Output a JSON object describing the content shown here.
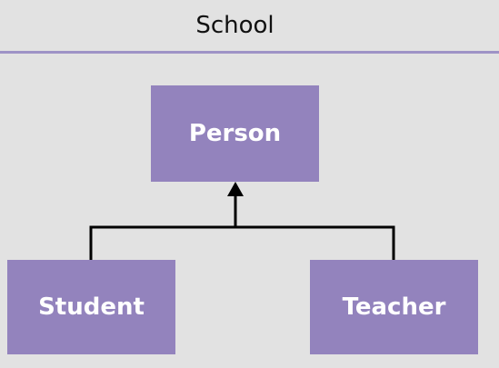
{
  "diagram": {
    "title": "School",
    "nodes": {
      "person": "Person",
      "student": "Student",
      "teacher": "Teacher"
    },
    "edges": [
      {
        "from": "Student",
        "to": "Person",
        "arrow": "inheritance"
      },
      {
        "from": "Teacher",
        "to": "Person",
        "arrow": "inheritance"
      }
    ]
  },
  "colors": {
    "background": "#e2e2e2",
    "divider": "#9e93c6",
    "node_fill": "#9383bd",
    "node_text": "#ffffff",
    "connector": "#000000"
  }
}
